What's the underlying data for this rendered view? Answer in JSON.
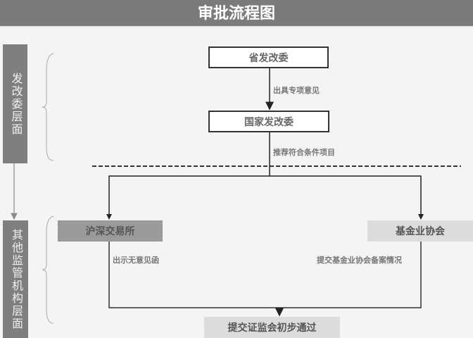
{
  "title": "审批流程图",
  "layers": [
    "发改委层面",
    "其他监管机构层面"
  ],
  "nodes": {
    "provincial": "省发改委",
    "national": "国家发改委",
    "exchange": "沪深交易所",
    "fund_assoc": "基金业协会",
    "csrc": "提交证监会初步通过"
  },
  "edges": {
    "e1": "出具专项意见",
    "e2": "推荐符合条件项目",
    "e3": "出示无意见函",
    "e4": "提交基金业协会备案情况"
  }
}
